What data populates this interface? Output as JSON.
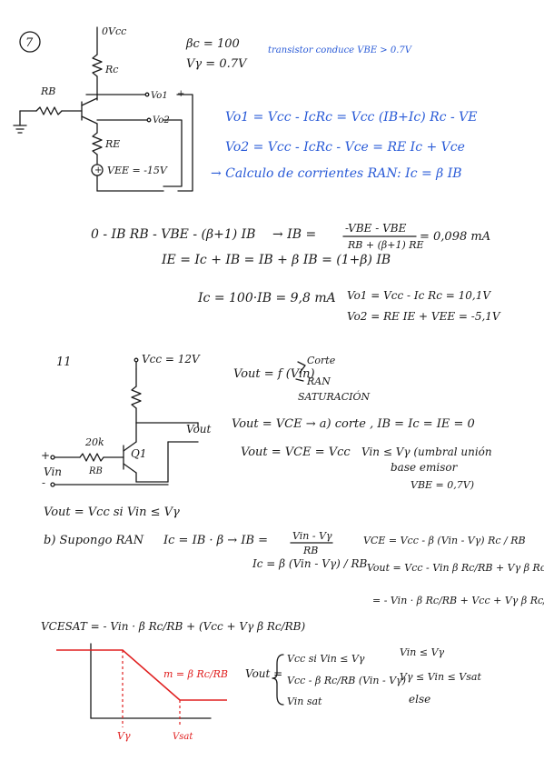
{
  "p7": {
    "number": "7",
    "vcc": "0Vcc",
    "rc": "Rc",
    "rb": "RB",
    "vo1": "Vo1",
    "vo2": "Vo2",
    "re": "RE",
    "vee": "VEE = -15V",
    "beta": "βc = 100",
    "vy": "Vγ = 0.7V",
    "note": "transistor conduce  VBE > 0.7V",
    "eq1": "Vo1 =  Vcc - IcRc  = Vcc (IB+Ic) Rc - VE",
    "eq2": "Vo2 =  Vcc - IcRc - Vce  = RE Ic + Vce",
    "eq3": "→ Calculo de corrientes  RAN: Ic = β IB",
    "eq4": "0 - IB RB - VBE  - (β+1) IB",
    "eq5": "→  IB =",
    "eq5_num": "-VBE - VBE",
    "eq5_den": "RB + (β+1) RE",
    "eq5_res": "= 0,098 mA",
    "eq6": "IE  = Ic + IB  = IB + β IB  = (1+β) IB",
    "eq7": "Ic = 100·IB = 9,8 mA",
    "eq8": "Vo1 = Vcc - Ic Rc = 10,1V",
    "eq9": "Vo2 = RE IE + VEE = -5,1V"
  },
  "p11": {
    "number": "11",
    "vcc": "Vcc = 12V",
    "vout": "Vout",
    "r": "20k",
    "rb": "RB",
    "q": "Q1",
    "vin": "Vin",
    "eq1": "Vout = f (Vin)",
    "reg1": "Corte",
    "reg2": "RAN",
    "reg3": "SATURACIÓN",
    "eq2": "Vout = VCE  →  a) corte ,  IB = Ic = IE = 0",
    "eq3": "Vout = VCE = Vcc",
    "eq3b": "Vin ≤ Vγ  (umbral unión",
    "eq3c": "base emisor",
    "eq3d": "VBE = 0,7V)",
    "eq4": "Vout = Vcc   si   Vin ≤ Vγ",
    "eq5": "b) Supongo RAN",
    "eq5b": "Ic = IB · β  →  IB =",
    "eq5b_num": "Vin - Vγ",
    "eq5b_den": "RB",
    "eq6": "Ic = β (Vin - Vγ) / RB",
    "eq7": "VCE = Vcc - β (Vin - Vγ) Rc / RB",
    "eq8": "Vout = Vcc - Vin β Rc/RB + Vγ β Rc/RB",
    "eq9": "= - Vin · β Rc/RB + Vcc + Vγ β Rc/RB",
    "eq10": "VCESAT = - Vin · β Rc/RB + (Vcc + Vγ β Rc/RB)",
    "slope": "m = β Rc/RB",
    "vy_label": "Vγ",
    "vsat_label": "Vsat",
    "pw_label": "Vout =",
    "pw1": "Vcc   si  Vin ≤ Vγ",
    "pw2": "Vcc - β Rc/RB (Vin - Vγ)",
    "pw3": "Vin sat",
    "cond1": "Vin ≤ Vγ",
    "cond2": "Vγ ≤ Vin ≤ Vsat",
    "cond3": "else"
  },
  "colors": {
    "ink": "#1a1a1a",
    "blue": "#2a5bd7",
    "red": "#e02020"
  }
}
